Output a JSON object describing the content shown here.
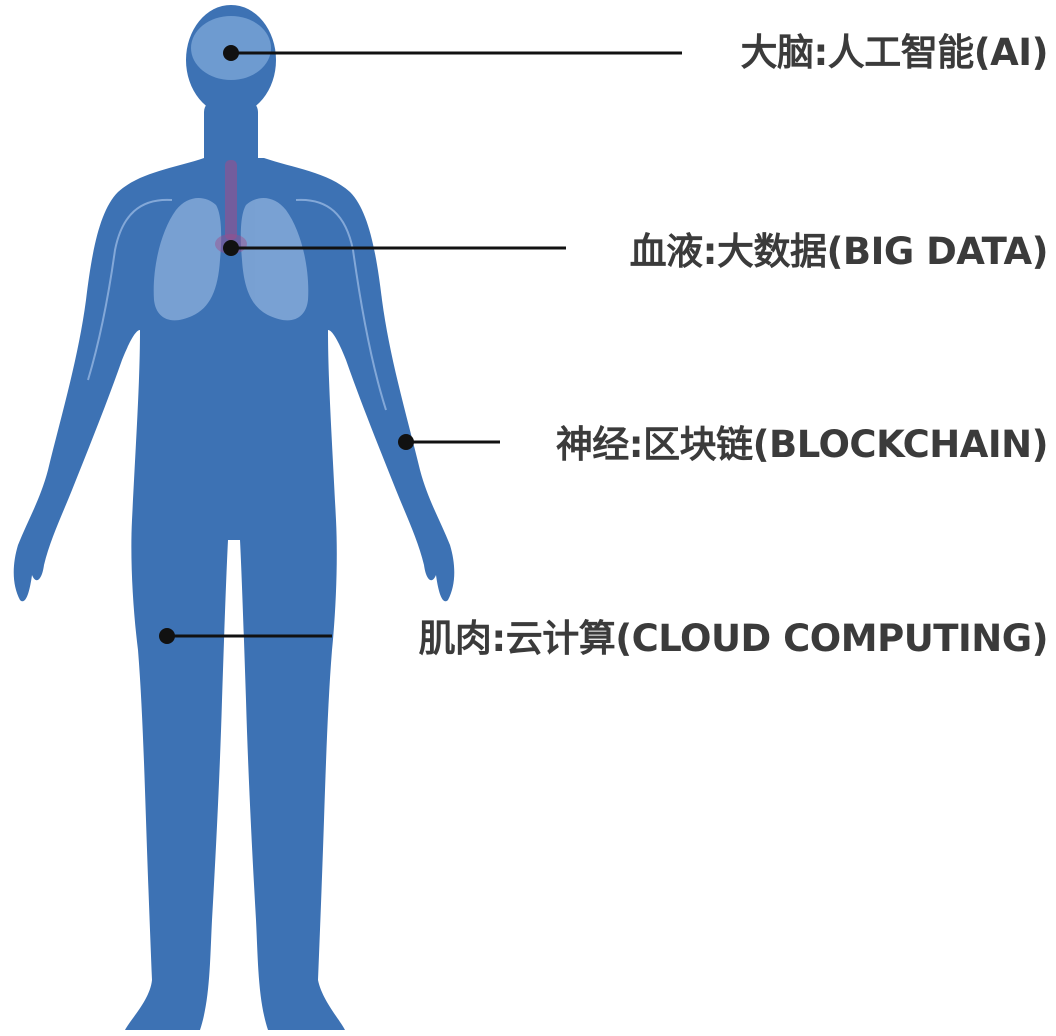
{
  "callouts": [
    {
      "id": "brain",
      "label": "大脑:人工智能(AI)"
    },
    {
      "id": "blood",
      "label": "血液:大数据(BIG DATA)"
    },
    {
      "id": "nerve",
      "label": "神经:区块链(BLOCKCHAIN)"
    },
    {
      "id": "muscle",
      "label": "肌肉:云计算(CLOUD COMPUTING)"
    }
  ],
  "colors": {
    "body": "#3d72b4",
    "brain": "#6e9bd0",
    "lungs": "#7fa6d6",
    "trachea": "#a04c8a",
    "nerve_line": "#8fb2de",
    "leader_line": "#111111",
    "label_text": "#3b3b3b"
  }
}
